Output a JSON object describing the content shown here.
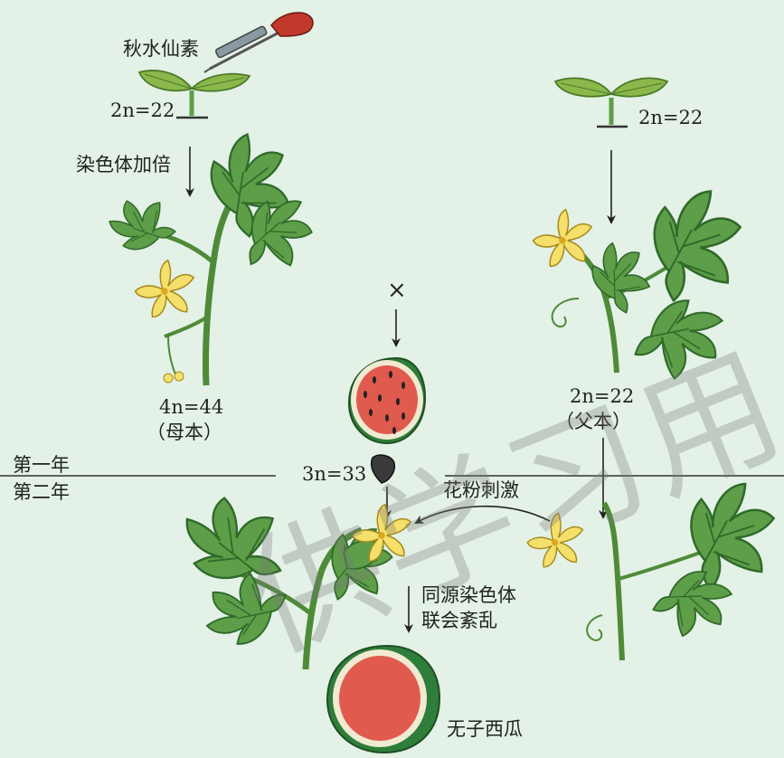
{
  "labels": {
    "colchicine": "秋水仙素",
    "seedling_left": "2n=22",
    "seedling_right": "2n=22",
    "doubling": "染色体加倍",
    "mother_ploidy": "4n=44",
    "mother_role": "（母本）",
    "father_ploidy": "2n=22",
    "father_role": "（父本）",
    "cross": "×",
    "seed_ploidy": "3n=33",
    "year1": "第一年",
    "year2": "第二年",
    "pollen": "花粉刺激",
    "synapsis_line1": "同源染色体",
    "synapsis_line2": "联会紊乱",
    "result": "无子西瓜"
  },
  "watermark": "供学习用",
  "colors": {
    "background": "#e3f1e6",
    "leaf": "#5f9e48",
    "leaf_dark": "#2f6a2a",
    "flower": "#f4e06a",
    "melon_rind": "#2e7d3a",
    "melon_flesh": "#e05a4e",
    "seed": "#3a3a3a"
  }
}
